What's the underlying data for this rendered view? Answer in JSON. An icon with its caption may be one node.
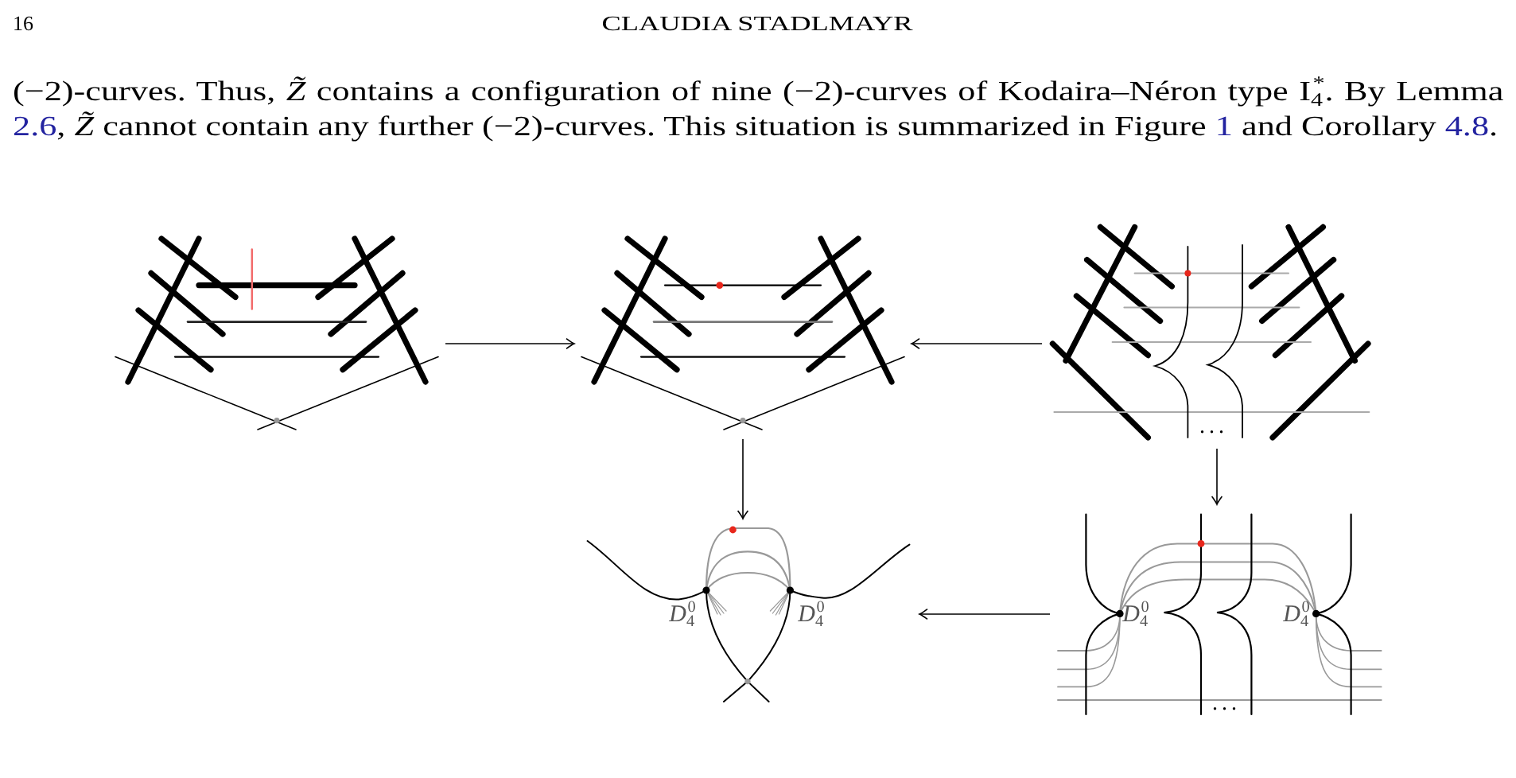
{
  "diagram": {
    "nodes": [
      {
        "text": [],
        "shape": "picture"
      },
      {
        "text": [],
        "shape": "picture"
      },
      {
        "text": [],
        "shape": "picture"
      },
      {
        "text": [],
        "shape": "picture"
      },
      {
        "text": [],
        "shape": "picture"
      }
    ],
    "edges": [
      {
        "from": 0,
        "to": 1,
        "arrow": "to"
      },
      {
        "from": 2,
        "to": 1,
        "arrow": "to"
      },
      {
        "from": 1,
        "to": 3,
        "arrow": "to"
      },
      {
        "from": 2,
        "to": 4,
        "arrow": "to"
      },
      {
        "from": 4,
        "to": 3,
        "arrow": "to"
      }
    ],
    "labels": [
      "16",
      "CLAUDIA STADLMAYR",
      "(−2)-curves. Thus, *Z̃* contains a configuration of nine (−2)-curves of Kodaira–Néron type I$_{4}$$^{*}$. By Lemma",
      "2.6",
      ", *Z̃* cannot contain any further (−2)-curves. This situation is summarized in Figure",
      "1",
      "and Corollary",
      "4.8",
      ".",
      "...",
      "*D*$_{4}$$^{0}$",
      "*D*$_{4}$$^{0}$",
      "*D*$_{4}$$^{0}$",
      "*D*$_{4}$$^{0}$",
      "..."
    ]
  }
}
